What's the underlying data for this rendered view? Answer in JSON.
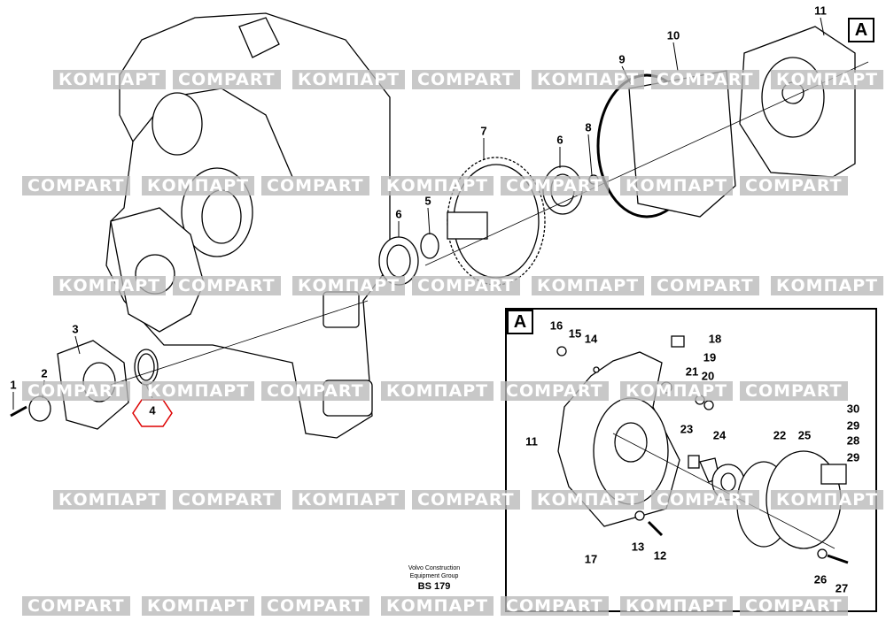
{
  "watermark": {
    "cyrillic": "КОМПАРТ",
    "latin": "COMPART"
  },
  "credit": {
    "line1": "Volvo Construction",
    "line2": "Equipment Group",
    "code": "BS 179"
  },
  "main_callouts": [
    "1",
    "2",
    "3",
    "4",
    "5",
    "6",
    "6",
    "7",
    "8",
    "9",
    "10",
    "11"
  ],
  "detail_ref": "A",
  "inset_callouts": [
    "16",
    "15",
    "14",
    "18",
    "19",
    "21",
    "20",
    "11",
    "23",
    "24",
    "22",
    "25",
    "30",
    "29",
    "28",
    "29",
    "13",
    "12",
    "17",
    "26",
    "27"
  ]
}
